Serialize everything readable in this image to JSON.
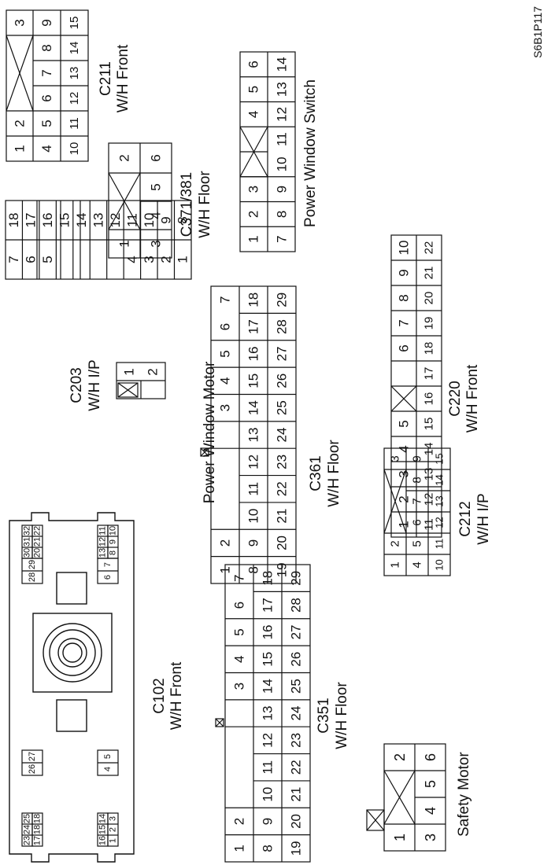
{
  "figure_id": "S6B1P117",
  "connectors": [
    {
      "id": "c211",
      "name": "C211",
      "harness": "W/H Front",
      "rows": [
        [
          "1",
          "2",
          "",
          "",
          "3"
        ],
        [
          "4",
          "5",
          "6",
          "7",
          "8",
          "9"
        ],
        [
          "10",
          "11",
          "12",
          "13",
          "14",
          "15"
        ]
      ],
      "x_mark": [
        0,
        1,
        2
      ]
    },
    {
      "id": "c371",
      "name": "C371/381",
      "harness": "W/H Floor",
      "rows": [
        [
          "1",
          "",
          "2"
        ],
        [
          "3",
          "4",
          "5",
          "6"
        ]
      ]
    },
    {
      "id": "pws",
      "name": "Power Window Switch",
      "harness": "",
      "rows": [
        [
          "1",
          "2",
          "3",
          "",
          "4",
          "5",
          "6"
        ],
        [
          "7",
          "8",
          "9",
          "10",
          "11",
          "12",
          "13",
          "14"
        ]
      ]
    },
    {
      "id": "c203",
      "name": "C203",
      "harness": "W/H I/P",
      "rows": [
        [
          "7",
          "6",
          "5",
          "",
          "",
          "",
          "",
          "4",
          "3",
          "2",
          "1"
        ],
        [
          "18",
          "17",
          "16",
          "15",
          "14",
          "13",
          "12",
          "11",
          "10",
          "9",
          "8"
        ]
      ]
    },
    {
      "id": "pwm",
      "name": "Power Window Motor",
      "harness": "",
      "rows": [
        [
          "1",
          "2"
        ]
      ]
    },
    {
      "id": "c361",
      "name": "C361",
      "harness": "W/H Floor",
      "rows": [
        [
          "1",
          "2",
          "",
          "",
          "",
          "3",
          "4",
          "5",
          "6",
          "7"
        ],
        [
          "8",
          "9",
          "10",
          "11",
          "12",
          "13",
          "14",
          "15",
          "16",
          "17",
          "18"
        ],
        [
          "19",
          "20",
          "21",
          "22",
          "23",
          "24",
          "25",
          "26",
          "27",
          "28",
          "29"
        ]
      ]
    },
    {
      "id": "c220",
      "name": "C220",
      "harness": "W/H Front",
      "rows": [
        [
          "1",
          "2",
          "3",
          "4",
          "5",
          "",
          "6",
          "7",
          "8",
          "9",
          "10"
        ],
        [
          "11",
          "12",
          "13",
          "14",
          "15",
          "16",
          "17",
          "18",
          "19",
          "20",
          "21",
          "22"
        ]
      ]
    },
    {
      "id": "c102",
      "name": "C102",
      "harness": "W/H Front",
      "pin_groups": [
        [
          "23",
          "24",
          "25"
        ],
        [
          "17",
          "18",
          "18"
        ],
        [
          "26",
          "27"
        ],
        [
          "16",
          "15",
          "14"
        ],
        [
          "1",
          "2",
          "3"
        ],
        [
          "4",
          "5"
        ],
        [
          "28",
          "29"
        ],
        [
          "6",
          "7"
        ],
        [
          "30",
          "31",
          "32"
        ],
        [
          "20",
          "21",
          "22"
        ],
        [
          "13",
          "12",
          "11"
        ],
        [
          "8",
          "9",
          "10"
        ]
      ]
    },
    {
      "id": "c212",
      "name": "C212",
      "harness": "W/H I/P",
      "rows": [
        [
          "1",
          "2",
          "",
          "",
          "3"
        ],
        [
          "4",
          "5",
          "6",
          "7",
          "8",
          "9"
        ],
        [
          "10",
          "11",
          "12",
          "13",
          "14",
          "15"
        ]
      ]
    },
    {
      "id": "c351",
      "name": "C351",
      "harness": "W/H Floor",
      "rows": [
        [
          "1",
          "2",
          "",
          "",
          "",
          "3",
          "4",
          "5",
          "6",
          "7"
        ],
        [
          "8",
          "9",
          "10",
          "11",
          "12",
          "13",
          "14",
          "15",
          "16",
          "17",
          "18"
        ],
        [
          "19",
          "20",
          "21",
          "22",
          "23",
          "24",
          "25",
          "26",
          "27",
          "28",
          "29"
        ]
      ]
    },
    {
      "id": "sm",
      "name": "Safety Motor",
      "harness": "",
      "rows": [
        [
          "1",
          "",
          "2"
        ],
        [
          "3",
          "4",
          "5",
          "6"
        ]
      ]
    }
  ]
}
